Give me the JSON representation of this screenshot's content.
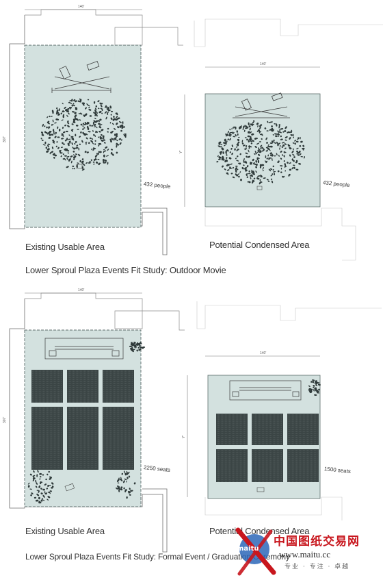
{
  "top": {
    "left_caption": "Existing Usable Area",
    "right_caption": "Potential Condensed Area",
    "title": "Lower Sproul Plaza Events Fit Study: Outdoor Movie",
    "left_count": "432 people",
    "right_count": "432 people",
    "left_width_dim": "140'",
    "left_height_dim": "307'",
    "right_width_dim": "140'",
    "right_height_dim": "Y'"
  },
  "bottom": {
    "left_caption": "Existing Usable Area",
    "right_caption": "Potential Condensed Area",
    "title": "Lower Sproul Plaza Events Fit Study: Formal Event / Graduation Ceremony",
    "left_count": "2250 seats",
    "right_count": "1500 seats",
    "left_width_dim": "140'",
    "left_height_dim": "307'",
    "right_width_dim": "140'",
    "right_height_dim": "Y'"
  },
  "watermark": {
    "logo_text": "maitu",
    "site_name": "中国图纸交易网",
    "url": "www.maitu.cc",
    "tagline": "专业 · 专注 · 卓越"
  },
  "colors": {
    "usable_area_fill": "#d3e1df",
    "crowd": "#2f3a3a",
    "outline": "#4a4a4a",
    "watermark_red": "#c8161d"
  }
}
